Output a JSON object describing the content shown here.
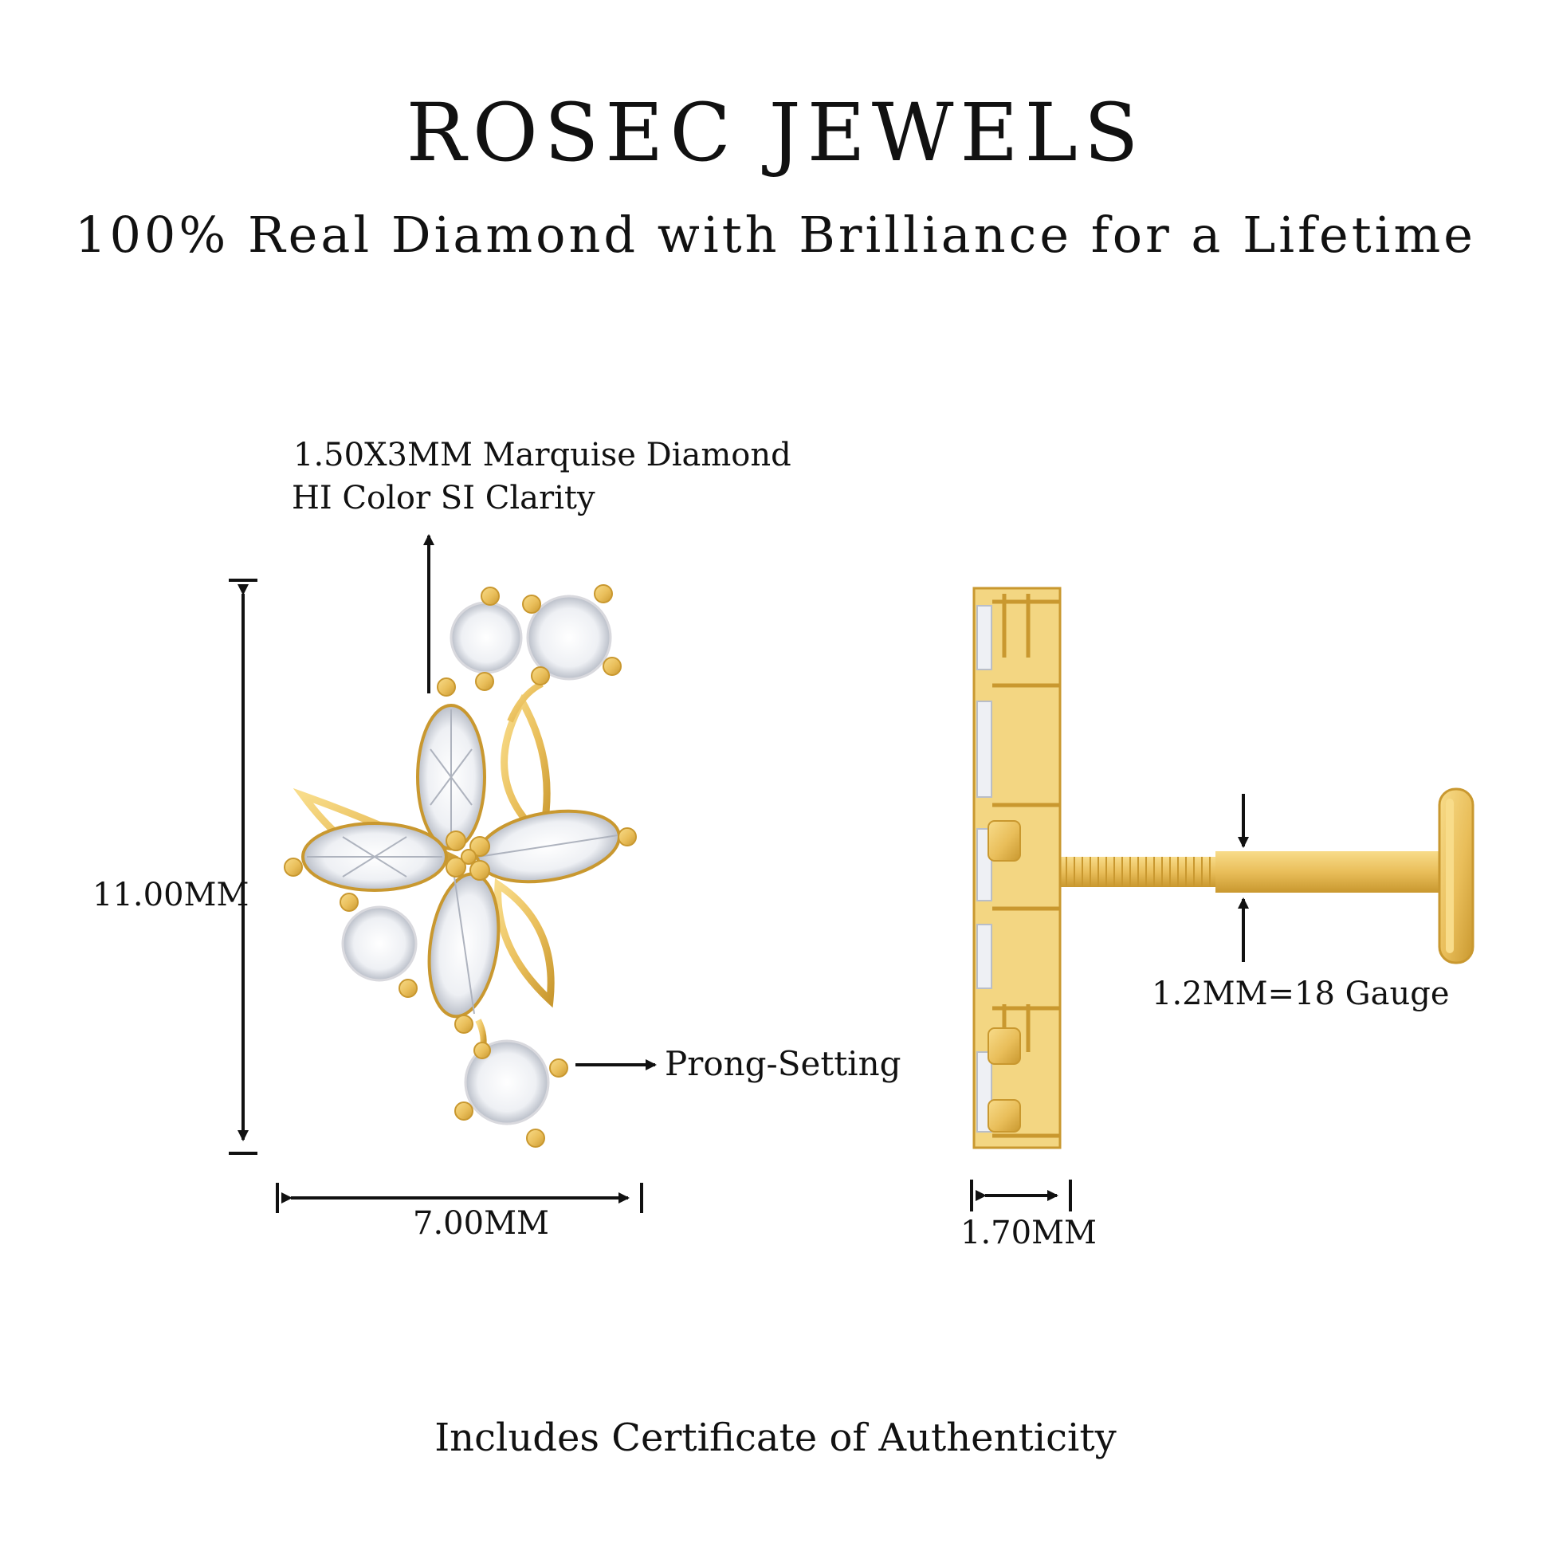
{
  "header": {
    "brand": "ROSEC JEWELS",
    "tagline": "100% Real Diamond with Brilliance for a Lifetime"
  },
  "annotations": {
    "stone_line1": "1.50X3MM Marquise Diamond",
    "stone_line2": "HI Color SI Clarity",
    "height": "11.00MM",
    "width": "7.00MM",
    "depth": "1.70MM",
    "prong": "Prong-Setting",
    "gauge": "1.2MM=18 Gauge"
  },
  "footer": {
    "text": "Includes Certificate of Authenticity"
  },
  "colors": {
    "gold": "#e9be5a",
    "gold_dark": "#c9982f",
    "gold_light": "#f8dc8a",
    "diamond": "#eef0f4",
    "diamond_shade": "#b9bec8",
    "line": "#111111"
  }
}
